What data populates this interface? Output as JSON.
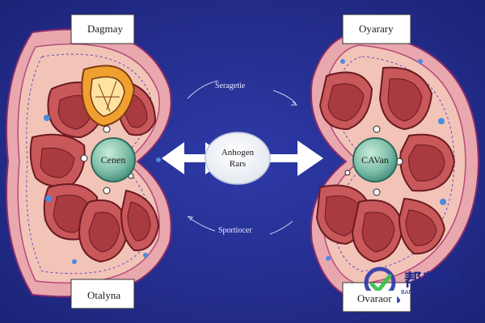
{
  "labels": {
    "top_left": "Dagmay",
    "top_right": "Oyarary",
    "bottom_left": "Otalyna",
    "bottom_right": "Ovaraor",
    "flow_top": "Seragetie",
    "flow_bottom": "Sportiocer",
    "left_center": "Cenen",
    "right_center": "CAVan",
    "middle_line1": "Anhogen",
    "middle_line2": "Rars"
  },
  "watermark": {
    "text": "帮帮网",
    "sub": "BANGBANGWANG.COM"
  },
  "colors": {
    "background": "#26309a",
    "outer_pink": "#e8a8ae",
    "inner_tissue": "#f2c4b8",
    "lobe_red": "#c8585a",
    "lobe_dark": "#8a2c30",
    "center_teal": "#7fbfaa",
    "highlight_orange": "#f0a030"
  }
}
